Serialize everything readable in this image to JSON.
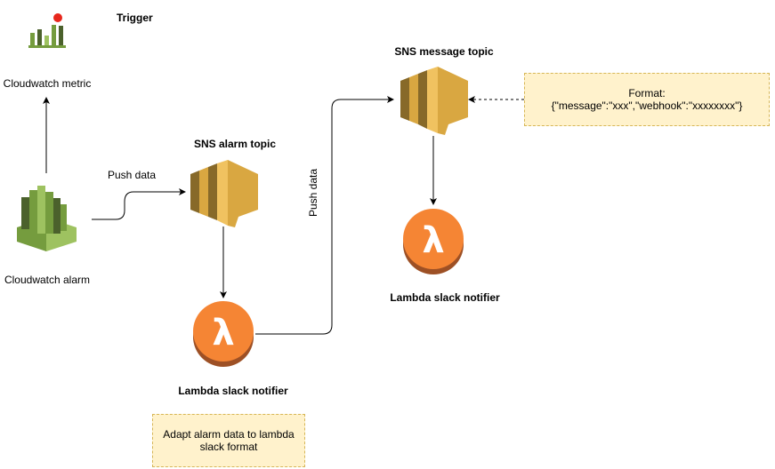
{
  "nodes": {
    "cloudwatch_metric": {
      "label": "Cloudwatch metric",
      "icon": "cloudwatch-metric-icon"
    },
    "cloudwatch_alarm": {
      "label": "Cloudwatch alarm",
      "icon": "cloudwatch-alarm-icon"
    },
    "sns_alarm_topic": {
      "label": "SNS alarm topic",
      "icon": "sns-topic-icon"
    },
    "lambda_alarm": {
      "label": "Lambda slack notifier",
      "icon": "lambda-icon"
    },
    "sns_message_topic": {
      "label": "SNS message topic",
      "icon": "sns-topic-icon"
    },
    "lambda_message": {
      "label": "Lambda slack notifier",
      "icon": "lambda-icon"
    }
  },
  "edges": {
    "trigger": "Trigger",
    "push_data_1": "Push data",
    "push_data_2": "Push data"
  },
  "notes": {
    "adapt": {
      "line1": "Adapt alarm data to lambda",
      "line2": "slack format"
    },
    "format": {
      "line1": "Format:",
      "line2": "{\"message\":\"xxx\",\"webhook\":\"xxxxxxxx\"}"
    }
  },
  "colors": {
    "cloudwatch_green": "#759c3e",
    "cloudwatch_dark": "#4b612c",
    "cloudwatch_light": "#9ec260",
    "alarm_dot": "#e7271c",
    "sns_gold": "#d9a741",
    "sns_dark": "#876929",
    "sns_light": "#f0c260",
    "lambda_orange": "#f58534",
    "lambda_dark": "#9d5025",
    "note_fill": "#fff2cc",
    "note_border": "#d6b656"
  }
}
